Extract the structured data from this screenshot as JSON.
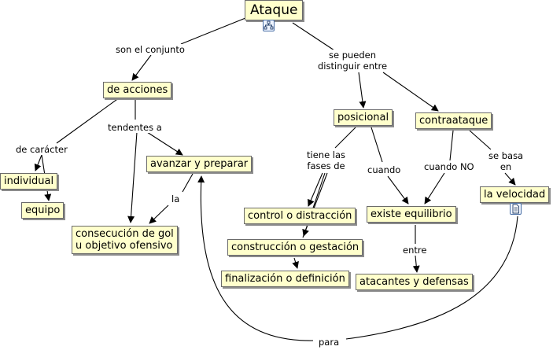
{
  "concepts": {
    "ataque": "Ataque",
    "de_acciones": "de acciones",
    "individual": "individual",
    "equipo": "equipo",
    "avanzar": "avanzar y preparar",
    "consecucion": "consecución de gol\nu objetivo ofensivo",
    "posicional": "posicional",
    "contraataque": "contraataque",
    "control": "control o distracción",
    "construccion": "construcción o gestación",
    "finalizacion": "finalización o definición",
    "equilibrio": "existe equilibrio",
    "atacantes": "atacantes y defensas",
    "velocidad": "la velocidad"
  },
  "phrases": {
    "son_el_conjunto": "son el conjunto",
    "se_pueden": "se pueden\ndistinguir entre",
    "de_caracter": "de carácter",
    "tendentes": "tendentes a",
    "la": "la",
    "tiene_fases": "tiene las\nfases de",
    "cuando": "cuando",
    "cuando_no": "cuando NO",
    "se_basa": "se basa\nen",
    "entre": "entre",
    "para": "para"
  },
  "icons": {
    "ataque_icon": "concept-map-icon",
    "velocidad_icon": "document-icon"
  },
  "colors": {
    "concept_fill": "#ffffcc",
    "concept_border": "#6b6b6b",
    "link": "#000000",
    "icon_accent": "#4a6fa5"
  }
}
